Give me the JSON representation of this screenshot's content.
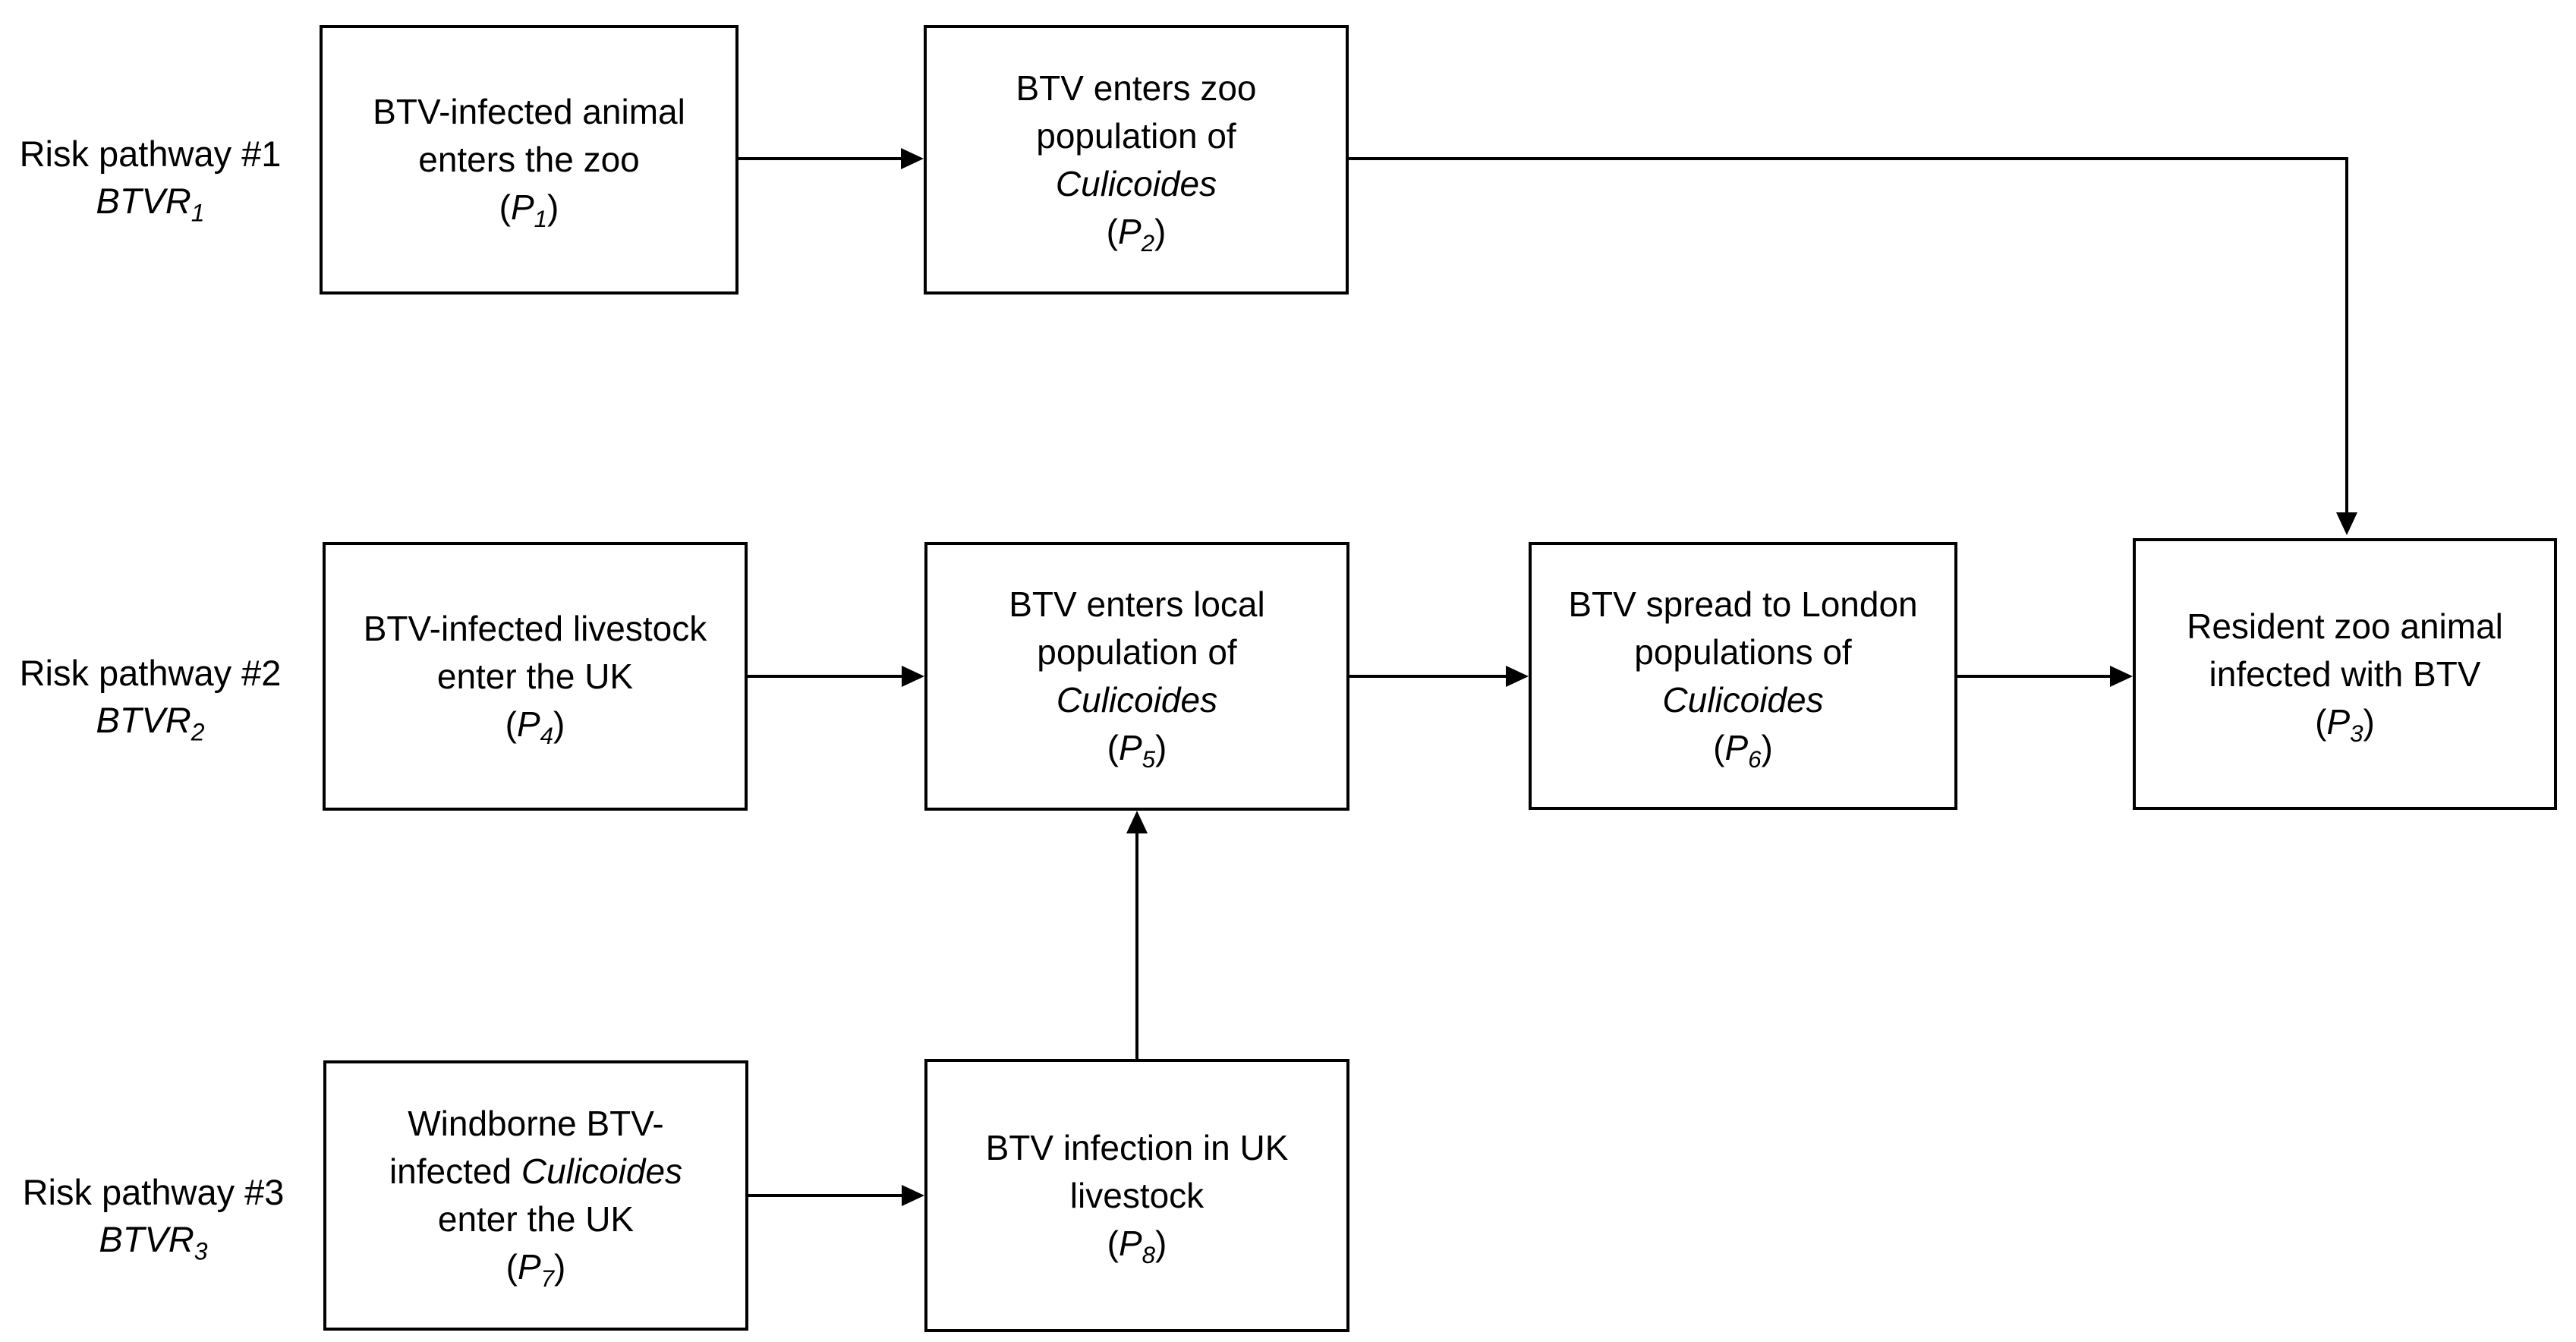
{
  "canvas": {
    "background": "#ffffff",
    "stroke_color": "#000000"
  },
  "pathway_labels": [
    {
      "title": "Risk pathway #1",
      "symbol": "BTVR",
      "sub": "1"
    },
    {
      "title": "Risk pathway #2",
      "symbol": "BTVR",
      "sub": "2"
    },
    {
      "title": "Risk pathway #3",
      "symbol": "BTVR",
      "sub": "3"
    }
  ],
  "nodes": {
    "p1": {
      "l1": "BTV-infected animal",
      "l2": "enters the zoo",
      "open": "(",
      "sym": "P",
      "sub": "1",
      "close": ")"
    },
    "p2": {
      "l1": "BTV enters zoo",
      "l2": "population of",
      "l3_italic": "Culicoides",
      "open": "(",
      "sym": "P",
      "sub": "2",
      "close": ")"
    },
    "p3": {
      "l1": "Resident zoo animal",
      "l2": "infected with BTV",
      "open": "(",
      "sym": "P",
      "sub": "3",
      "close": ")"
    },
    "p4": {
      "l1": "BTV-infected livestock",
      "l2": "enter the UK",
      "open": "(",
      "sym": "P",
      "sub": "4",
      "close": ")"
    },
    "p5": {
      "l1": "BTV enters local",
      "l2": "population of",
      "l3_italic": "Culicoides",
      "open": "(",
      "sym": "P",
      "sub": "5",
      "close": ")"
    },
    "p6": {
      "l1": "BTV spread to London",
      "l2": "populations of",
      "l3_italic": "Culicoides",
      "open": "(",
      "sym": "P",
      "sub": "6",
      "close": ")"
    },
    "p7": {
      "l1": "Windborne BTV-",
      "l2a": "infected",
      "l2b_italic": "Culicoides",
      "l3": "enter the UK",
      "open": "(",
      "sym": "P",
      "sub": "7",
      "close": ")"
    },
    "p8": {
      "l1": "BTV infection in UK",
      "l2": "livestock",
      "open": "(",
      "sym": "P",
      "sub": "8",
      "close": ")"
    }
  }
}
